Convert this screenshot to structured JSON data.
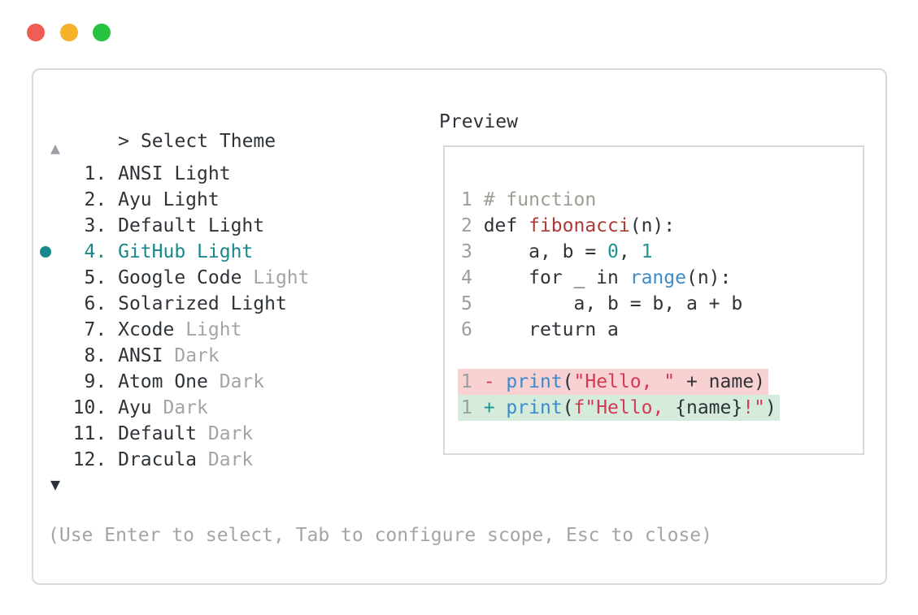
{
  "window": {
    "traffic_lights": [
      {
        "name": "close",
        "color": "#f05c56"
      },
      {
        "name": "minimize",
        "color": "#f4b22d"
      },
      {
        "name": "zoom",
        "color": "#26c33e"
      }
    ]
  },
  "theme_picker": {
    "prompt_marker": ">",
    "title": "Select Theme",
    "scroll_up_icon": "▲",
    "scroll_down_icon": "▼",
    "items": [
      {
        "number": "   1.",
        "name": "ANSI Light",
        "suffix": "",
        "selected": false
      },
      {
        "number": "   2.",
        "name": "Ayu Light",
        "suffix": "",
        "selected": false
      },
      {
        "number": "   3.",
        "name": "Default Light",
        "suffix": "",
        "selected": false
      },
      {
        "number": "   4.",
        "name": "GitHub Light",
        "suffix": "",
        "selected": true
      },
      {
        "number": "   5.",
        "name": "Google Code",
        "suffix": " Light",
        "selected": false
      },
      {
        "number": "   6.",
        "name": "Solarized Light",
        "suffix": "",
        "selected": false
      },
      {
        "number": "   7.",
        "name": "Xcode",
        "suffix": " Light",
        "selected": false
      },
      {
        "number": "   8.",
        "name": "ANSI",
        "suffix": " Dark",
        "selected": false
      },
      {
        "number": "   9.",
        "name": "Atom One",
        "suffix": " Dark",
        "selected": false
      },
      {
        "number": "  10.",
        "name": "Ayu",
        "suffix": " Dark",
        "selected": false
      },
      {
        "number": "  11.",
        "name": "Default",
        "suffix": " Dark",
        "selected": false
      },
      {
        "number": "  12.",
        "name": "Dracula",
        "suffix": " Dark",
        "selected": false
      }
    ],
    "help_text": "(Use Enter to select, Tab to configure scope, Esc to close)"
  },
  "preview": {
    "title": "Preview",
    "code_lines": [
      {
        "num": "1",
        "diff": "",
        "segments": [
          {
            "text": "# function",
            "cls": "comment"
          }
        ]
      },
      {
        "num": "2",
        "diff": "",
        "segments": [
          {
            "text": "def ",
            "cls": "plain"
          },
          {
            "text": "fibonacci",
            "cls": "func"
          },
          {
            "text": "(n):",
            "cls": "plain"
          }
        ]
      },
      {
        "num": "3",
        "diff": "",
        "segments": [
          {
            "text": "    a, b = ",
            "cls": "plain"
          },
          {
            "text": "0",
            "cls": "num"
          },
          {
            "text": ", ",
            "cls": "plain"
          },
          {
            "text": "1",
            "cls": "num"
          }
        ]
      },
      {
        "num": "4",
        "diff": "",
        "segments": [
          {
            "text": "    for _ in ",
            "cls": "plain"
          },
          {
            "text": "range",
            "cls": "blue"
          },
          {
            "text": "(n):",
            "cls": "plain"
          }
        ]
      },
      {
        "num": "5",
        "diff": "",
        "segments": [
          {
            "text": "        a, b = b, a + b",
            "cls": "plain"
          }
        ]
      },
      {
        "num": "6",
        "diff": "",
        "segments": [
          {
            "text": "    return a",
            "cls": "plain"
          }
        ]
      },
      {
        "num": "",
        "diff": "",
        "segments": []
      },
      {
        "num": "1",
        "diff": "removed",
        "segments": [
          {
            "text": "- ",
            "cls": "minus"
          },
          {
            "text": "print",
            "cls": "blue"
          },
          {
            "text": "(",
            "cls": "plain"
          },
          {
            "text": "\"Hello, \"",
            "cls": "string"
          },
          {
            "text": " + name)",
            "cls": "plain"
          }
        ]
      },
      {
        "num": "1",
        "diff": "added",
        "segments": [
          {
            "text": "+ ",
            "cls": "plus"
          },
          {
            "text": "print",
            "cls": "blue"
          },
          {
            "text": "(",
            "cls": "plain"
          },
          {
            "text": "f\"Hello, ",
            "cls": "string"
          },
          {
            "text": "{name}",
            "cls": "plain"
          },
          {
            "text": "!\"",
            "cls": "string"
          },
          {
            "text": ")",
            "cls": "plain"
          }
        ]
      }
    ]
  },
  "colors": {
    "text_dark": "#2e3338",
    "text_gray": "#a4a4a4",
    "accent_teal": "#17888b",
    "comment_green_gray": "#9ba092",
    "function_red": "#ab3a36",
    "builtin_blue": "#3b8bcc",
    "string_crimson": "#d43a54",
    "number_teal": "#1f9394",
    "diff_removed_bg": "#f8d2d2",
    "diff_added_bg": "#d5ecdc",
    "border_gray": "#d9d9d9"
  }
}
